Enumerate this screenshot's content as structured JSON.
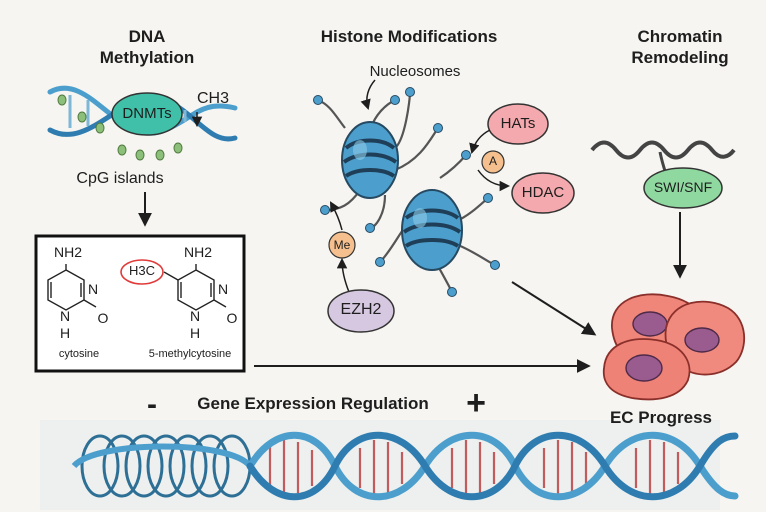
{
  "sections": {
    "dna_methylation": {
      "title_line1": "DNA",
      "title_line2": "Methylation",
      "enzyme": "DNMTs",
      "methyl_group": "CH3",
      "dna_region": "CpG islands"
    },
    "histone_modifications": {
      "title": "Histone Modifications",
      "nucleosomes_label": "Nucleosomes",
      "acetyltransferase": "HATs",
      "acetyl_mark": "A",
      "deacetylase": "HDAC",
      "methyl_mark": "Me",
      "methyltransferase": "EZH2"
    },
    "chromatin_remodeling": {
      "title_line1": "Chromatin",
      "title_line2": "Remodeling",
      "complex": "SWI/SNF"
    }
  },
  "structures": {
    "amine": "NH2",
    "ring_n": "N",
    "ring_nh": "H",
    "carbonyl_o": "O",
    "methyl": "H3C",
    "cytosine_caption": "cytosine",
    "methylcytosine_caption": "5-methylcytosine"
  },
  "outcome": {
    "label": "EC Progress"
  },
  "regulation": {
    "label": "Gene Expression Regulation",
    "minus": "-",
    "plus": "+"
  },
  "colors": {
    "background": "#f6f5f1",
    "dna_blue": "#4c9fcd",
    "teal_pill": "#40c0a8",
    "pink_pill": "#f3a9ad",
    "green_pill": "#8fd9a0",
    "orange_mark": "#f5c08e",
    "lavender_pill": "#d6c8e0",
    "cell_pink": "#f0857a",
    "nucleus_purple": "#9a5b8f",
    "methyl_circle": "#e03a3a"
  }
}
